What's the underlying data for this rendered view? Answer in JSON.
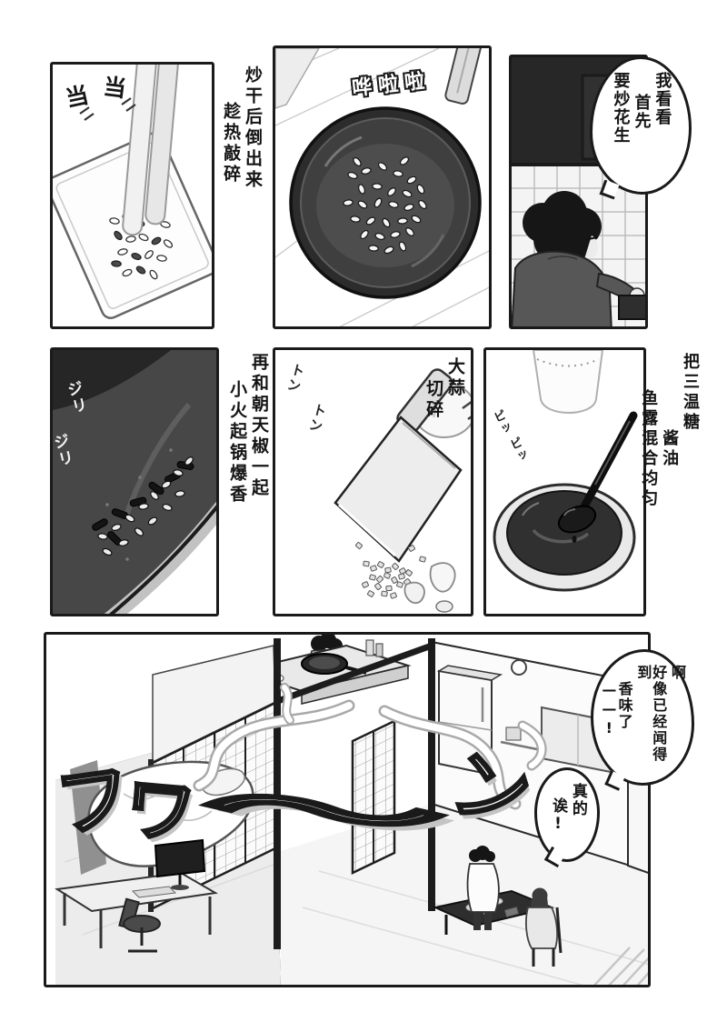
{
  "palette": {
    "paper": "#ffffff",
    "ink": "#1a1a1a",
    "wok_dark": "#2f2f2f",
    "mid_gray": "#8e8e8e"
  },
  "panel1": {
    "sfx": {
      "clang1": "当",
      "clang2": "当"
    },
    "caption": {
      "col1": "炒干后倒出来",
      "col2": "趁热敲碎"
    }
  },
  "panel2": {
    "sfx": "哗啦啦"
  },
  "panel3": {
    "bubble": {
      "col1": "我看看",
      "col2": "首先",
      "col3": "要炒花生"
    }
  },
  "panel4": {
    "caption": {
      "col1": "再和朝天椒一起",
      "col2": "小火起锅爆香"
    },
    "sfx": {
      "s1": "ジリ",
      "s2": "ジリ"
    }
  },
  "panel5": {
    "caption": {
      "col1": "大蒜",
      "col2": "切碎"
    },
    "sfx": {
      "s1": "トン",
      "s2": "トン"
    }
  },
  "panel6": {
    "caption": {
      "col1": "把三温糖",
      "col2": "酱油",
      "col3": "鱼露混合均匀"
    },
    "sfx": {
      "s1": "ピッ",
      "s2": "ピッ"
    }
  },
  "panel7": {
    "sfx_big": {
      "c1": "フ",
      "c2": "ワ",
      "c3": "〜",
      "c4": "ン"
    },
    "bubble_a": {
      "col1": "啊",
      "col2": "好像已经闻得到",
      "col3": "香味了——!"
    },
    "bubble_b": {
      "col1": "真的",
      "col2": "诶!"
    }
  }
}
